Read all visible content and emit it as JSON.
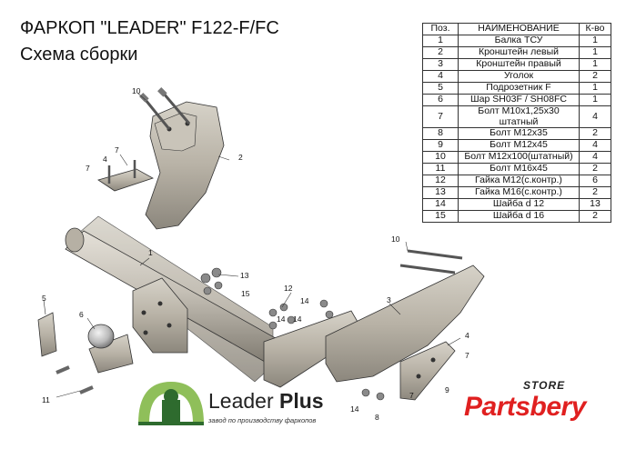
{
  "header": {
    "title": "ФАРКОП \"LEADER\" F122-F/FC",
    "subtitle": "Схема сборки"
  },
  "parts_table": {
    "headers": [
      "Поз.",
      "НАИМЕНОВАНИЕ",
      "К-во"
    ],
    "rows": [
      {
        "pos": "1",
        "name": "Балка ТСУ",
        "qty": "1"
      },
      {
        "pos": "2",
        "name": "Кронштейн левый",
        "qty": "1"
      },
      {
        "pos": "3",
        "name": "Кронштейн правый",
        "qty": "1"
      },
      {
        "pos": "4",
        "name": "Уголок",
        "qty": "2"
      },
      {
        "pos": "5",
        "name": "Подрозетник F",
        "qty": "1"
      },
      {
        "pos": "6",
        "name": "Шар SH03F / SH08FC",
        "qty": "1"
      },
      {
        "pos": "7",
        "name": "Болт М10х1,25х30 штатный",
        "qty": "4"
      },
      {
        "pos": "8",
        "name": "Болт М12х35",
        "qty": "2"
      },
      {
        "pos": "9",
        "name": "Болт М12х45",
        "qty": "4"
      },
      {
        "pos": "10",
        "name": "Болт М12х100(штатный)",
        "qty": "4"
      },
      {
        "pos": "11",
        "name": "Болт М16х45",
        "qty": "2"
      },
      {
        "pos": "12",
        "name": "Гайка М12(с.контр.)",
        "qty": "6"
      },
      {
        "pos": "13",
        "name": "Гайка  М16(с.контр.)",
        "qty": "2"
      },
      {
        "pos": "14",
        "name": "Шайба d 12",
        "qty": "13"
      },
      {
        "pos": "15",
        "name": "Шайба d 16",
        "qty": "2"
      }
    ]
  },
  "callouts": {
    "c10a": "10",
    "c7a": "7",
    "c7b": "7",
    "c4a": "4",
    "c2": "2",
    "c1": "1",
    "c13": "13",
    "c15": "15",
    "c12": "12",
    "c14a": "14",
    "c14b": "14",
    "c14c": "14",
    "c5": "5",
    "c6": "6",
    "c11": "11",
    "c10b": "10",
    "c3": "3",
    "c4b": "4",
    "c7c": "7",
    "c7d": "7",
    "c14d": "14",
    "c8": "8",
    "c9": "9"
  },
  "brand": {
    "logo_word_1": "Leader",
    "logo_word_2": "Plus",
    "logo_tagline": "завод по производству фаркопов",
    "store_label": "STORE",
    "store_brand_1": "Parts",
    "store_brand_2": "bery",
    "logo_colors": {
      "dark": "#2e6b2e",
      "light": "#8fbf5a"
    },
    "accent_red": "#e02020"
  }
}
